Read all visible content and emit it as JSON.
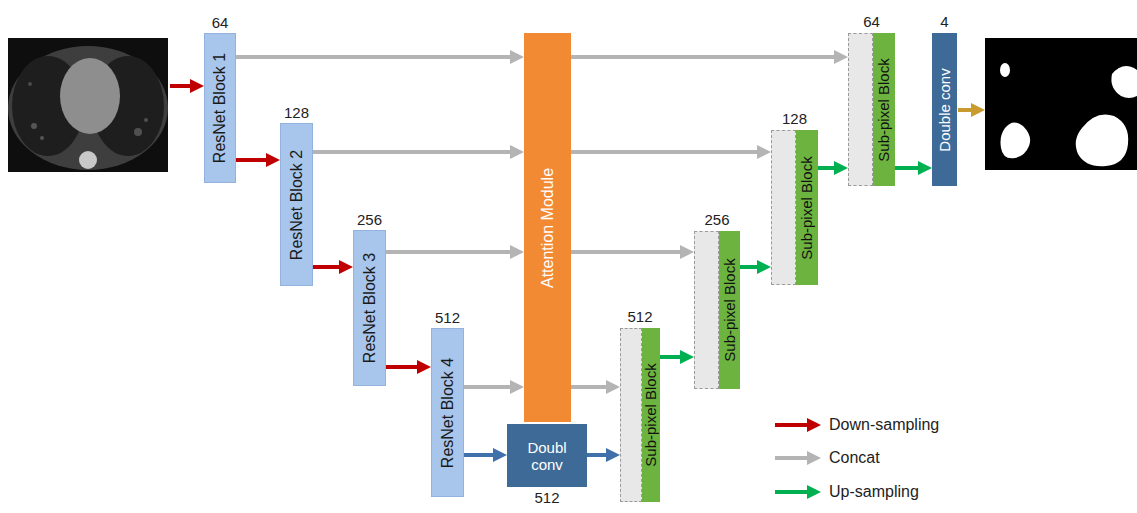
{
  "diagram": {
    "nodes": [
      {
        "text": [
          "64",
          "ResNet Block 1"
        ]
      },
      {
        "text": [
          "128",
          "ResNet Block 2"
        ]
      },
      {
        "text": [
          "256",
          "ResNet Block 3"
        ]
      },
      {
        "text": [
          "512",
          "ResNet Block 4"
        ]
      },
      {
        "text": [
          "Attention Module"
        ]
      },
      {
        "text": [
          "Doubl conv",
          "512"
        ]
      },
      {
        "text": [
          "512",
          "Sub-pixel Block"
        ]
      },
      {
        "text": [
          "256",
          "Sub-pixel Block"
        ]
      },
      {
        "text": [
          "128",
          "Sub-pixel Block"
        ]
      },
      {
        "text": [
          "64",
          "Sub-pixel Block"
        ]
      },
      {
        "text": [
          "4",
          "Double conv"
        ]
      }
    ],
    "edges": [
      {
        "from": 0,
        "to": 1,
        "arrow": "to"
      },
      {
        "from": 1,
        "to": 2,
        "arrow": "to"
      },
      {
        "from": 2,
        "to": 3,
        "arrow": "to"
      },
      {
        "from": 0,
        "to": 4,
        "arrow": "to"
      },
      {
        "from": 1,
        "to": 4,
        "arrow": "to"
      },
      {
        "from": 2,
        "to": 4,
        "arrow": "to"
      },
      {
        "from": 3,
        "to": 4,
        "arrow": "to"
      },
      {
        "from": 3,
        "to": 5,
        "arrow": "to"
      },
      {
        "from": 5,
        "to": 6,
        "arrow": "to"
      },
      {
        "from": 4,
        "to": 9,
        "arrow": "to"
      },
      {
        "from": 4,
        "to": 8,
        "arrow": "to"
      },
      {
        "from": 4,
        "to": 7,
        "arrow": "to"
      },
      {
        "from": 4,
        "to": 6,
        "arrow": "to"
      },
      {
        "from": 6,
        "to": 7,
        "arrow": "to"
      },
      {
        "from": 7,
        "to": 8,
        "arrow": "to"
      },
      {
        "from": 8,
        "to": 9,
        "arrow": "to"
      },
      {
        "from": 9,
        "to": 10,
        "arrow": "to"
      }
    ],
    "legend": [
      {
        "text": "Down-sampling"
      },
      {
        "text": "Concat"
      },
      {
        "text": "Up-sampling"
      }
    ]
  }
}
